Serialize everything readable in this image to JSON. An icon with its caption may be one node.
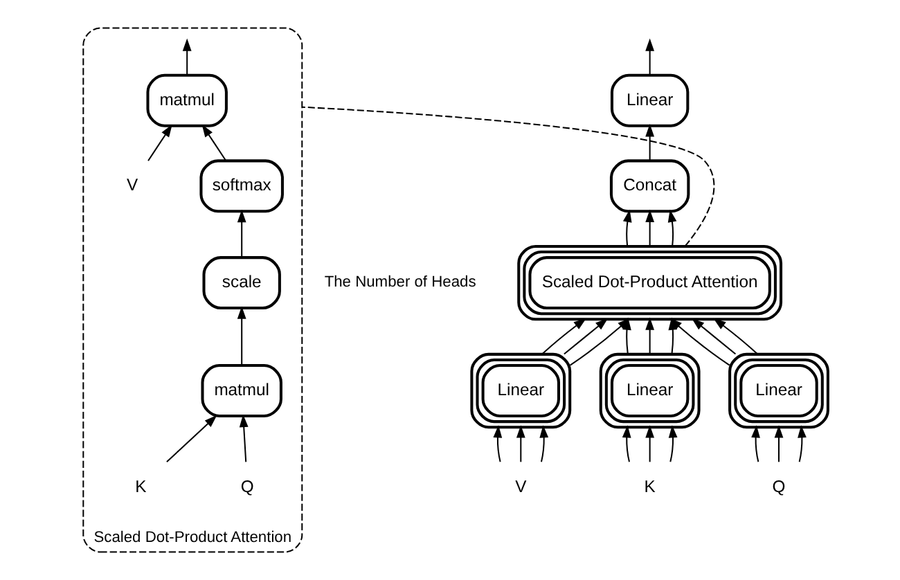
{
  "diagram": {
    "nodes": [
      {
        "text": [
          "Linear"
        ]
      },
      {
        "text": [
          "Concat"
        ]
      },
      {
        "text": [
          "Scaled Dot-Product Attention"
        ]
      },
      {
        "text": [
          "Linear"
        ]
      },
      {
        "text": [
          "Linear"
        ]
      },
      {
        "text": [
          "Linear"
        ]
      },
      {
        "text": [
          "V"
        ]
      },
      {
        "text": [
          "K"
        ]
      },
      {
        "text": [
          "Q"
        ]
      },
      {
        "text": [
          "Scaled Dot-Product Attention"
        ]
      },
      {
        "text": [
          "matmul"
        ],
        "in": 9
      },
      {
        "text": [
          "softmax"
        ],
        "in": 9
      },
      {
        "text": [
          "scale"
        ],
        "in": 9
      },
      {
        "text": [
          "matmul"
        ],
        "in": 9
      },
      {
        "text": [
          "Q"
        ],
        "in": 9
      },
      {
        "text": [
          "K"
        ],
        "in": 9
      },
      {
        "text": [
          "V"
        ],
        "in": 9
      }
    ],
    "edges": [
      {
        "from": 0,
        "to": null,
        "arrow": "to"
      },
      {
        "from": 1,
        "to": 0,
        "arrow": "to"
      },
      {
        "from": 2,
        "to": 1,
        "arrow": "to"
      },
      {
        "from": 2,
        "to": 1,
        "arrow": "to"
      },
      {
        "from": 2,
        "to": 1,
        "arrow": "to"
      },
      {
        "from": 3,
        "to": 2,
        "arrow": "to"
      },
      {
        "from": 3,
        "to": 2,
        "arrow": "to"
      },
      {
        "from": 3,
        "to": 2,
        "arrow": "to"
      },
      {
        "from": 4,
        "to": 2,
        "arrow": "to"
      },
      {
        "from": 4,
        "to": 2,
        "arrow": "to"
      },
      {
        "from": 4,
        "to": 2,
        "arrow": "to"
      },
      {
        "from": 5,
        "to": 2,
        "arrow": "to"
      },
      {
        "from": 5,
        "to": 2,
        "arrow": "to"
      },
      {
        "from": 5,
        "to": 2,
        "arrow": "to"
      },
      {
        "from": 6,
        "to": 3,
        "arrow": "to"
      },
      {
        "from": 6,
        "to": 3,
        "arrow": "to"
      },
      {
        "from": 6,
        "to": 3,
        "arrow": "to"
      },
      {
        "from": 7,
        "to": 4,
        "arrow": "to"
      },
      {
        "from": 7,
        "to": 4,
        "arrow": "to"
      },
      {
        "from": 7,
        "to": 4,
        "arrow": "to"
      },
      {
        "from": 8,
        "to": 5,
        "arrow": "to"
      },
      {
        "from": 8,
        "to": 5,
        "arrow": "to"
      },
      {
        "from": 8,
        "to": 5,
        "arrow": "to"
      },
      {
        "from": 2,
        "to": 9,
        "arrow": "none",
        "style": "dashed"
      },
      {
        "from": 14,
        "to": 13,
        "arrow": "to"
      },
      {
        "from": 15,
        "to": 13,
        "arrow": "to"
      },
      {
        "from": 13,
        "to": 12,
        "arrow": "to"
      },
      {
        "from": 12,
        "to": 11,
        "arrow": "to"
      },
      {
        "from": 11,
        "to": 10,
        "arrow": "to"
      },
      {
        "from": 16,
        "to": 10,
        "arrow": "to"
      },
      {
        "from": 10,
        "to": null,
        "arrow": "to"
      }
    ],
    "labels": [
      "The Number of Heads"
    ]
  }
}
